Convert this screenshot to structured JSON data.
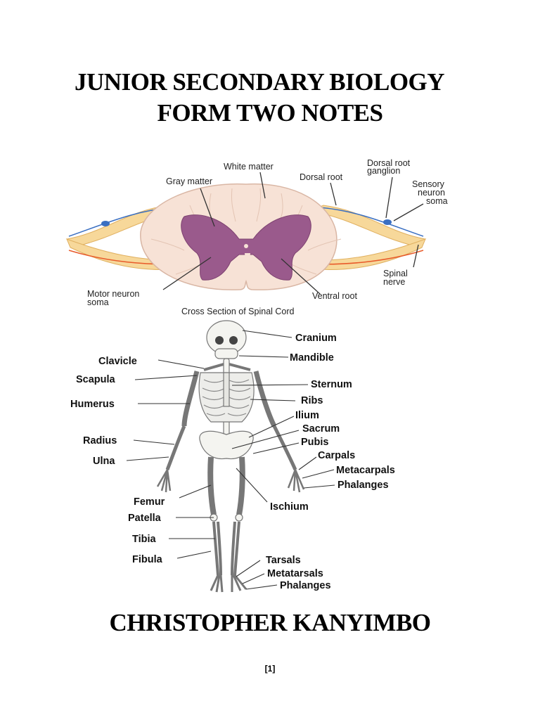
{
  "document": {
    "title_line1": "JUNIOR SECONDARY BIOLOGY",
    "title_line2": "FORM TWO NOTES",
    "author": "CHRISTOPHER KANYIMBO",
    "page_number": "[1]"
  },
  "spinal_cord": {
    "caption": "Cross Section of Spinal Cord",
    "labels": {
      "white_matter": "White matter",
      "gray_matter": "Gray matter",
      "dorsal_root": "Dorsal root",
      "dorsal_root_ganglion_1": "Dorsal root",
      "dorsal_root_ganglion_2": "ganglion",
      "sensory_1": "Sensory",
      "sensory_2": "neuron",
      "sensory_3": "soma",
      "spinal_nerve_1": "Spinal",
      "spinal_nerve_2": "nerve",
      "ventral_root": "Ventral root",
      "motor_1": "Motor neuron",
      "motor_2": "soma"
    }
  },
  "skeleton": {
    "labels": {
      "cranium": "Cranium",
      "mandible": "Mandible",
      "clavicle": "Clavicle",
      "scapula": "Scapula",
      "sternum": "Sternum",
      "humerus": "Humerus",
      "ribs": "Ribs",
      "ilium": "Ilium",
      "sacrum": "Sacrum",
      "radius": "Radius",
      "pubis": "Pubis",
      "carpals": "Carpals",
      "ulna": "Ulna",
      "metacarpals": "Metacarpals",
      "phalanges_hand": "Phalanges",
      "femur": "Femur",
      "ischium": "Ischium",
      "patella": "Patella",
      "tibia": "Tibia",
      "fibula": "Fibula",
      "tarsals": "Tarsals",
      "metatarsals": "Metatarsals",
      "phalanges_foot": "Phalanges"
    }
  }
}
